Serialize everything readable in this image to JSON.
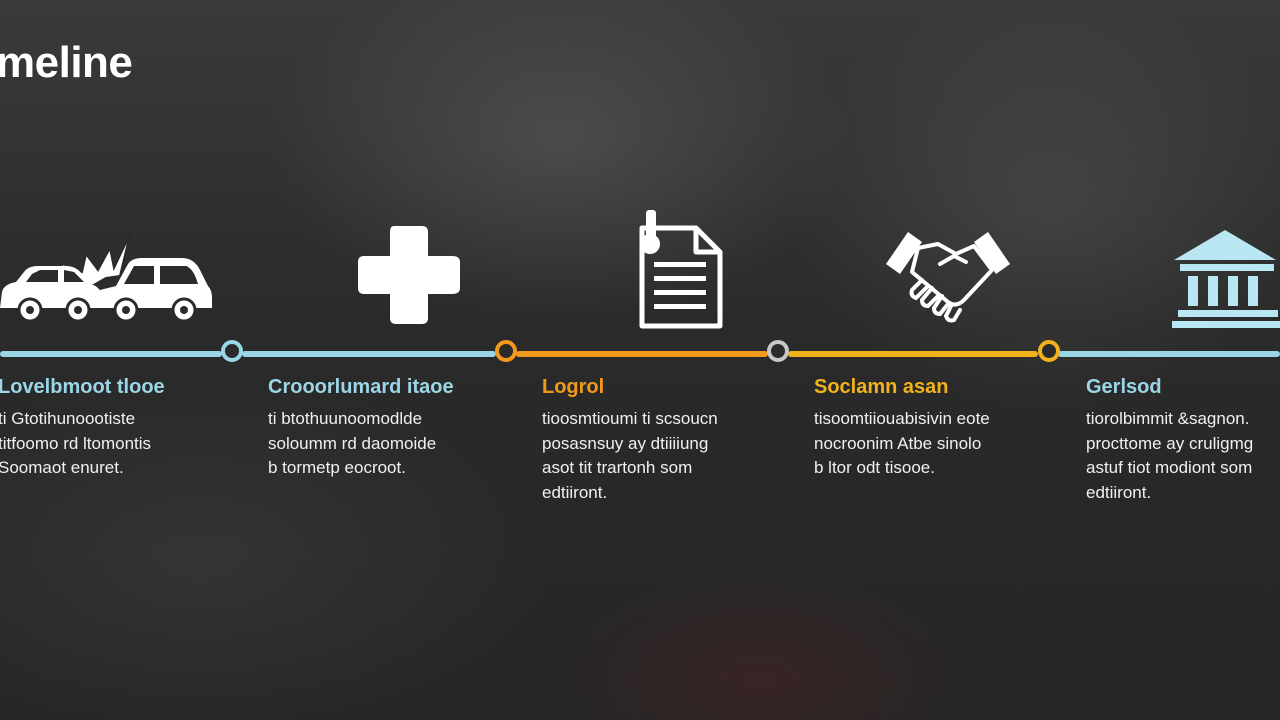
{
  "title": "meline",
  "colors": {
    "blue": "#9ad6e6",
    "orange": "#f39a1d",
    "amber": "#f2b21c",
    "white": "#ffffff",
    "background": "#2b2b2b"
  },
  "steps": [
    {
      "icon": "car-crash-icon",
      "title": "Lovelbmoot tlooe",
      "desc": "ti Gtotihunoootiste\ntitfoomo rd ltomontis\nSoomaot enuret.",
      "color": "#9ad6e6"
    },
    {
      "icon": "medical-cross-icon",
      "title": "Crooorlumard itaoe",
      "desc": "ti btothuunoomodlde\nsoloumm rd daomoide\nb tormetp eocroot.",
      "color": "#9ad6e6"
    },
    {
      "icon": "document-icon",
      "title": "Logrol",
      "desc": "tioosmtioumi ti scsoucn\nposasnsuy ay dtiiiiung\nasot tit trartonh som\nedtiiront.",
      "color": "#f39a1d"
    },
    {
      "icon": "handshake-icon",
      "title": "Soclamn asan",
      "desc": "tisoomtiiouabisivin eote\nnocroonim Atbe sinolo\nb ltor odt tisooe.",
      "color": "#f2b21c"
    },
    {
      "icon": "courthouse-icon",
      "title": "Gerlsod",
      "desc": "tiorolbimmit &sagnon.\nprocttome ay cruligmg\nastuf tiot modiont som\nedtiiront.",
      "color": "#9ad6e6"
    }
  ]
}
